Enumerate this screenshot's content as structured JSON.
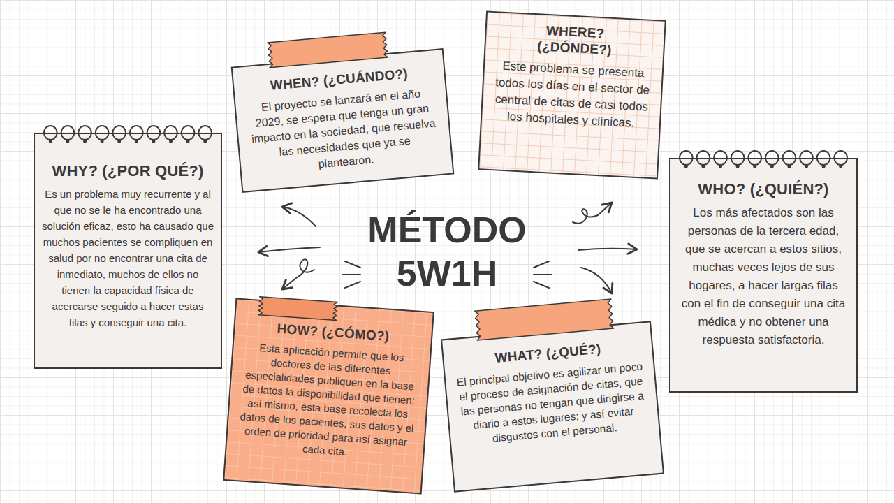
{
  "diagram": {
    "title": "MÉTODO 5W1H",
    "nodes": [
      {
        "text": [
          "WHEN? (¿CUÁNDO?)",
          "El proyecto se lanzará en el año 2029, se espera que tenga un gran impacto en la sociedad, que resuelva las necesidades que ya se plantearon."
        ]
      },
      {
        "text": [
          "WHERE? (¿DÓNDE?)",
          "Este problema se presenta todos los días en el sector de central de citas de casi todos los hospitales y clínicas."
        ]
      },
      {
        "text": [
          "WHY? (¿POR QUÉ?)",
          "Es un problema muy recurrente y al que no se le ha encontrado una solución eficaz, esto ha causado que muchos pacientes se compliquen en salud por no encontrar una cita de inmediato, muchos de ellos no tienen la capacidad física de acercarse seguido a hacer estas filas y conseguir una cita."
        ]
      },
      {
        "text": [
          "WHO? (¿QUIÉN?)",
          "Los más afectados son las personas de la tercera edad, que se acercan a estos sitios, muchas veces lejos de sus hogares, a hacer largas filas con el fin de conseguir una cita médica y no obtener una respuesta satisfactoria."
        ]
      },
      {
        "text": [
          "HOW? (¿CÓMO?)",
          "Esta aplicación permite que los doctores de las diferentes especialidades publiquen en la base de datos la disponibilidad que tienen; así mismo, esta base recolecta los datos de los pacientes, sus datos y el orden de prioridad para así asignar cada cita."
        ]
      },
      {
        "text": [
          "WHAT? (¿QUÉ?)",
          "El principal objetivo es agilizar un poco el proceso de asignación de citas, que las personas no tengan que dirigirse a diario a estos lugares; y así evitar disgustos con el personal."
        ]
      }
    ]
  }
}
